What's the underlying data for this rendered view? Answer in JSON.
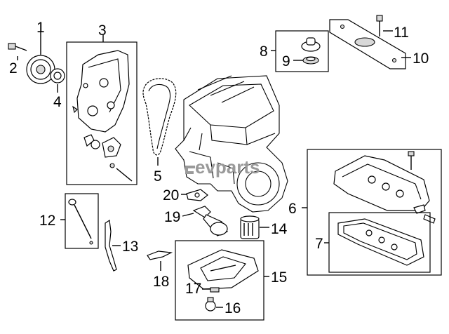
{
  "diagram": {
    "callouts": [
      "1",
      "2",
      "3",
      "4",
      "5",
      "6",
      "7",
      "8",
      "9",
      "10",
      "11",
      "12",
      "13",
      "14",
      "15",
      "16",
      "17",
      "18",
      "19",
      "20"
    ],
    "watermark": "evparts"
  }
}
